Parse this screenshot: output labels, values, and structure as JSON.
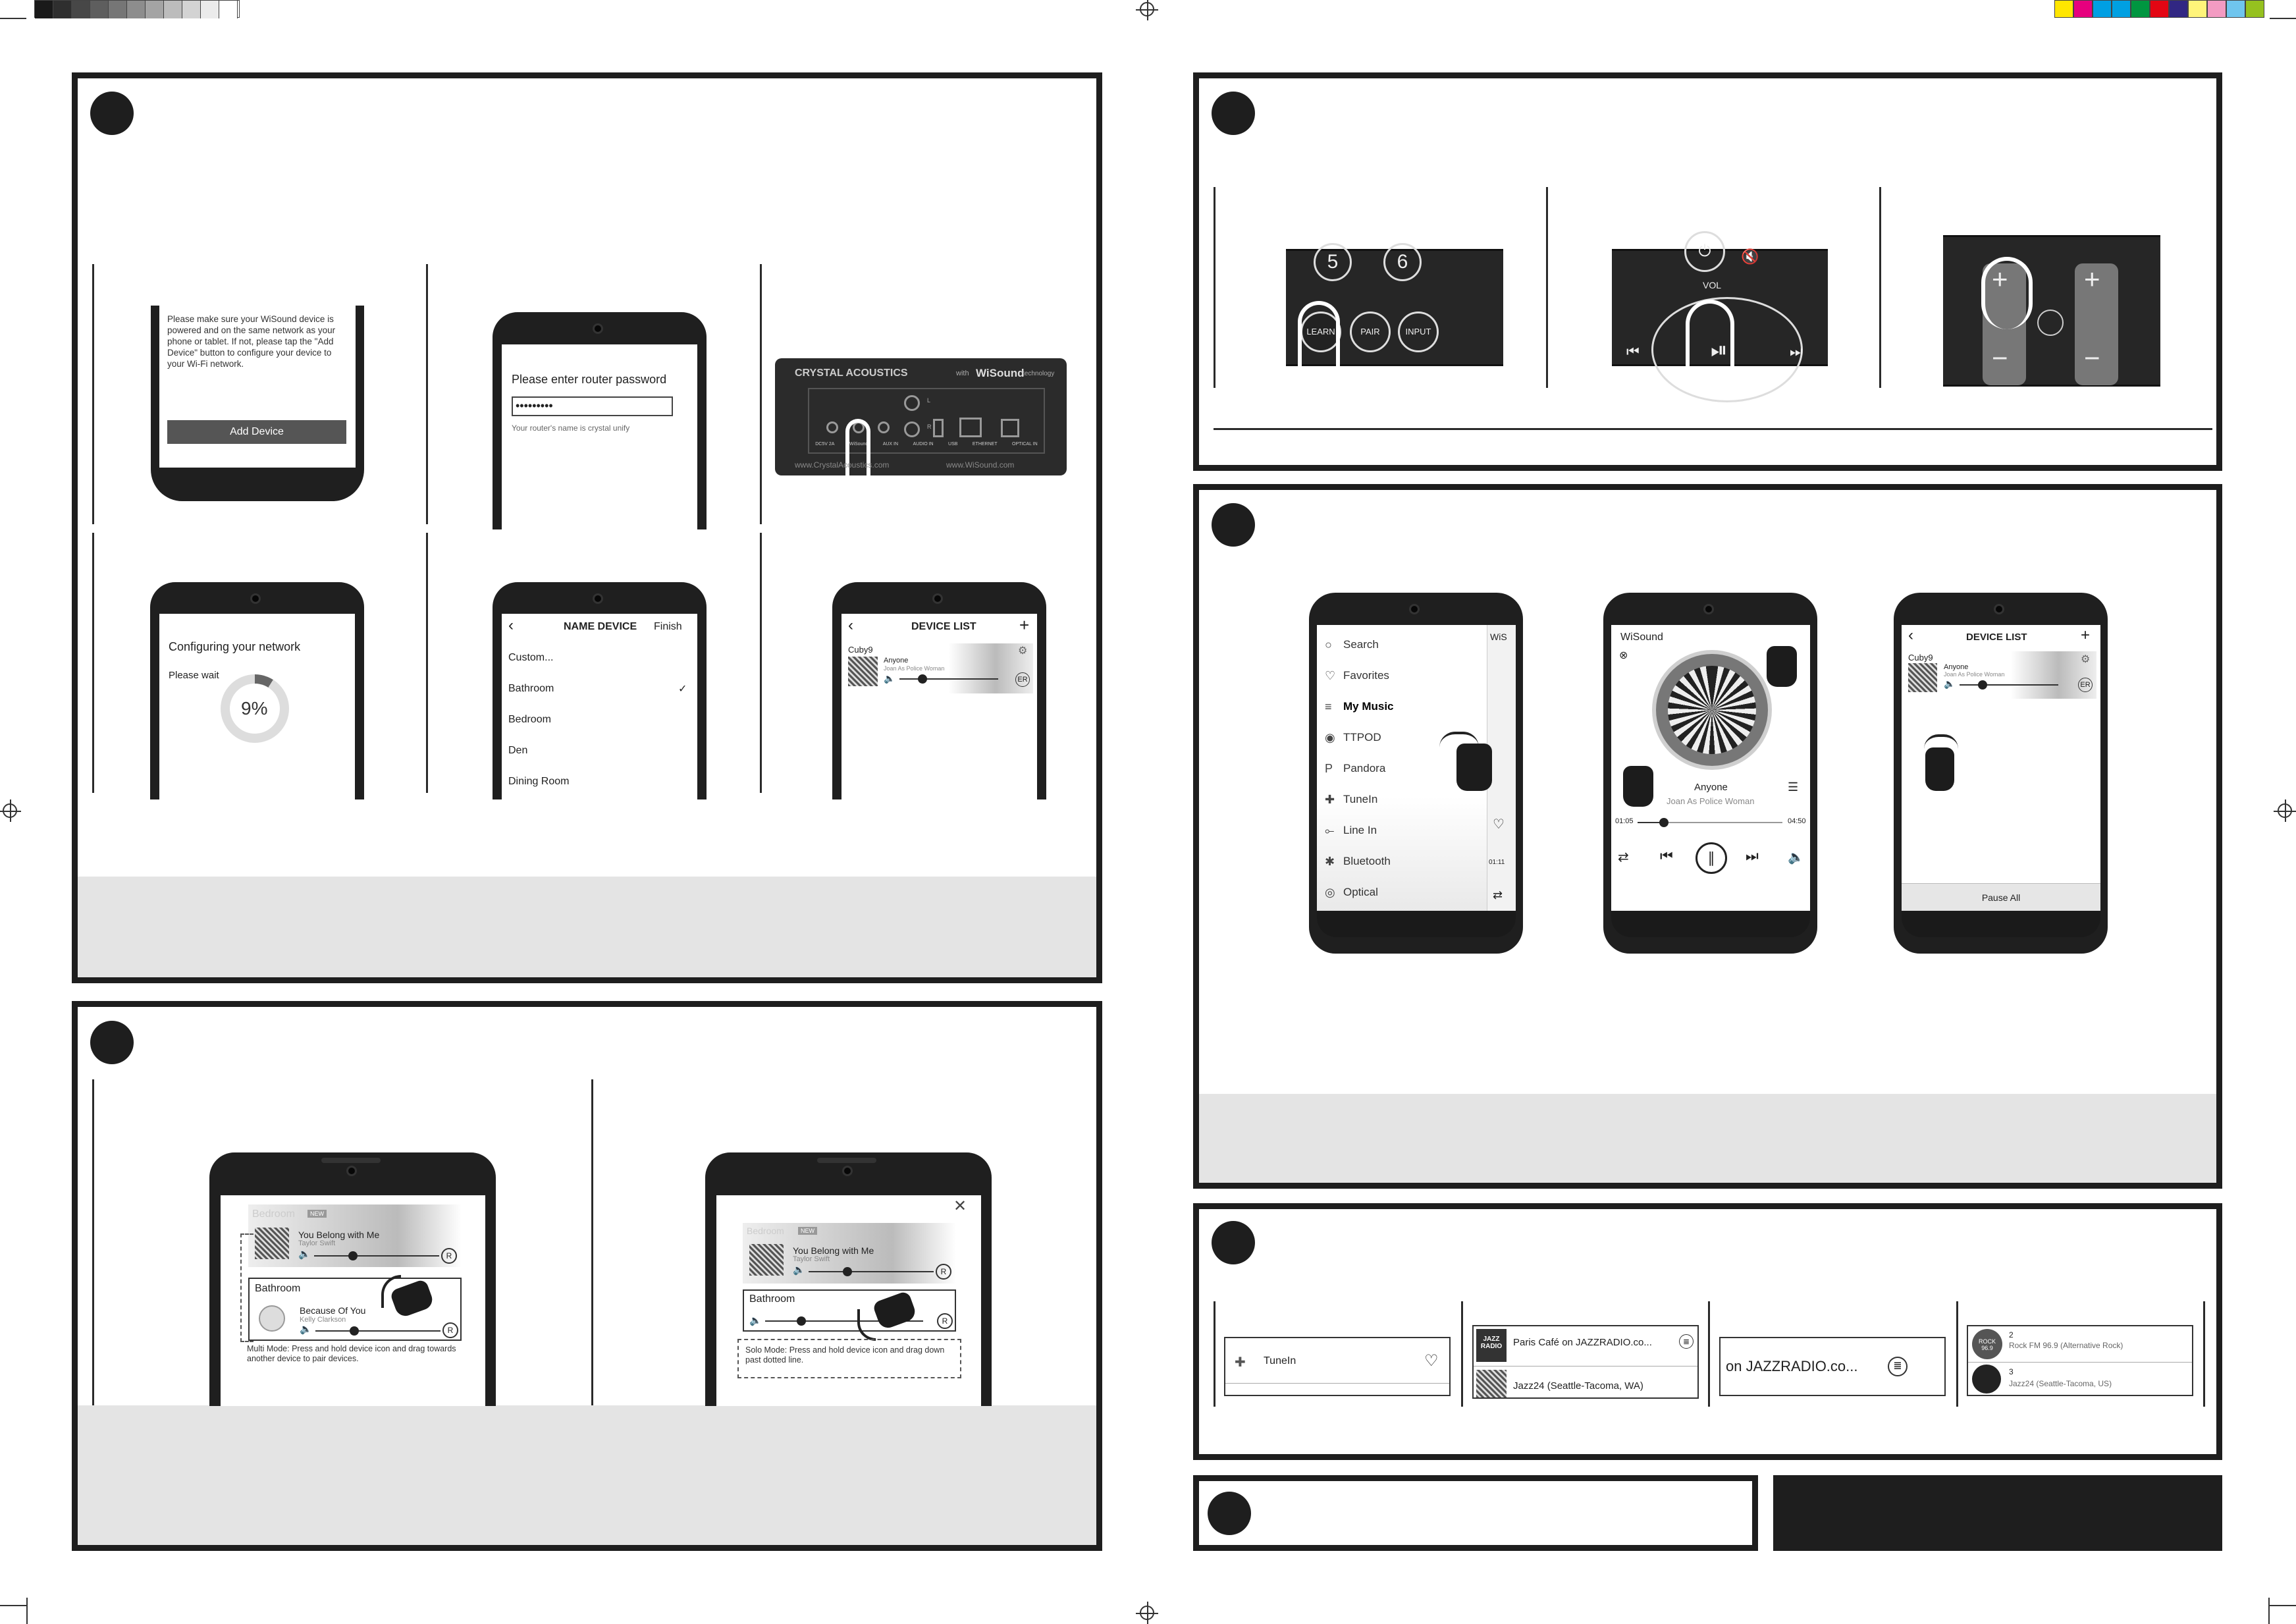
{
  "swatches": {
    "gray": [
      "#1a1a1a",
      "#2f2f2f",
      "#474747",
      "#5e5e5e",
      "#767676",
      "#8d8d8d",
      "#a4a4a4",
      "#bcbcbc",
      "#d3d3d3",
      "#ebebeb",
      "#ffffff"
    ],
    "color": [
      "#ffe600",
      "#e6007e",
      "#009fe3",
      "#00a0e2",
      "#009640",
      "#e30613",
      "#312783",
      "#fff47a",
      "#f39bc2",
      "#6fc5ee",
      "#95c11f"
    ]
  },
  "setup": {
    "step1": {
      "text": "Please make sure your WiSound device is powered and on the same network as your phone or tablet.  If not, please tap the \"Add Device\" button to configure your device to your Wi-Fi network.",
      "button": "Add Device"
    },
    "step2": {
      "title": "Please enter router password",
      "password": "•••••••••",
      "hint": "Your router's name is crystal unify"
    },
    "step3": {
      "brand": "CRYSTAL ACOUSTICS",
      "with": "with",
      "wisound": "WiSound",
      "technology": "technology",
      "ports": [
        "DC5V 2A",
        "WiSound",
        "AUX IN",
        "AUDIO IN",
        "USB",
        "ETHERNET",
        "OPTICAL IN"
      ],
      "urls": [
        "www.CrystalAcoustics.com",
        "www.WiSound.com"
      ],
      "lr": [
        "L",
        "R"
      ]
    },
    "step4": {
      "title": "Configuring your network",
      "wait": "Please wait",
      "percent": "9%",
      "progress": 0.09
    },
    "step5": {
      "title": "NAME DEVICE",
      "finish": "Finish",
      "items": [
        "Custom...",
        "Bathroom",
        "Bedroom",
        "Den",
        "Dining Room"
      ],
      "check": "✓"
    },
    "step6": {
      "title": "DEVICE LIST",
      "plus": "+",
      "device": "Cuby9",
      "song": "Anyone",
      "artist": "Joan As Police Woman",
      "r": "ER"
    }
  },
  "group": {
    "left": {
      "room1": "Bedroom",
      "new": "NEW",
      "song1": "You Belong with Me",
      "artist1": "Taylor Swift",
      "room2": "Bathroom",
      "song2": "Because Of You",
      "artist2": "Kelly Clarkson",
      "caption": "Multi Mode: Press and hold device icon and drag towards another device to pair devices.",
      "r": "R"
    },
    "right": {
      "room1": "Bedroom",
      "new": "NEW",
      "song1": "You Belong with Me",
      "artist1": "Taylor Swift",
      "room2": "Bathroom",
      "caption": "Solo Mode: Press and hold device icon and drag down past dotted line.",
      "close": "✕",
      "r": "R"
    }
  },
  "remote": {
    "keys1": [
      "5",
      "6"
    ],
    "keys2": [
      "LEARN",
      "PAIR",
      "INPUT"
    ],
    "vol": "VOL",
    "transport": [
      "⏮",
      "⏯",
      "⏭"
    ],
    "plus": "+",
    "minus": "−"
  },
  "play": {
    "menu": [
      "Search",
      "Favorites",
      "My Music",
      "TTPOD",
      "Pandora",
      "TuneIn",
      "Line In",
      "Bluetooth",
      "Optical"
    ],
    "menu_icons": [
      "○",
      "♡",
      "≡",
      "◉",
      "P",
      "✚",
      "⟜",
      "✱",
      "◎"
    ],
    "menu_peek": "WiS",
    "menu_time": "01:11",
    "player": {
      "title": "WiSound",
      "song": "Anyone",
      "artist": "Joan As Police Woman",
      "elapsed": "01:05",
      "total": "04:50",
      "progress": 0.18
    },
    "list": {
      "title": "DEVICE LIST",
      "plus": "+",
      "device": "Cuby9",
      "song": "Anyone",
      "artist": "Joan As Police Woman",
      "pause_all": "Pause All",
      "r": "ER"
    }
  },
  "presets": {
    "tunein": "TuneIn",
    "row1": "Paris Café on JAZZRADIO.co...",
    "row2": "Jazz24 (Seattle-Tacoma, WA)",
    "logo1": "JAZZ RADIO",
    "zoom": "on JAZZRADIO.co...",
    "p2_num": "2",
    "p2_name": "Rock FM 96.9 (Alternative Rock)",
    "p3_num": "3",
    "p3_name": "Jazz24 (Seattle-Tacoma, US)",
    "logo2": "ROCK 96.9",
    "badge_num": "3"
  }
}
